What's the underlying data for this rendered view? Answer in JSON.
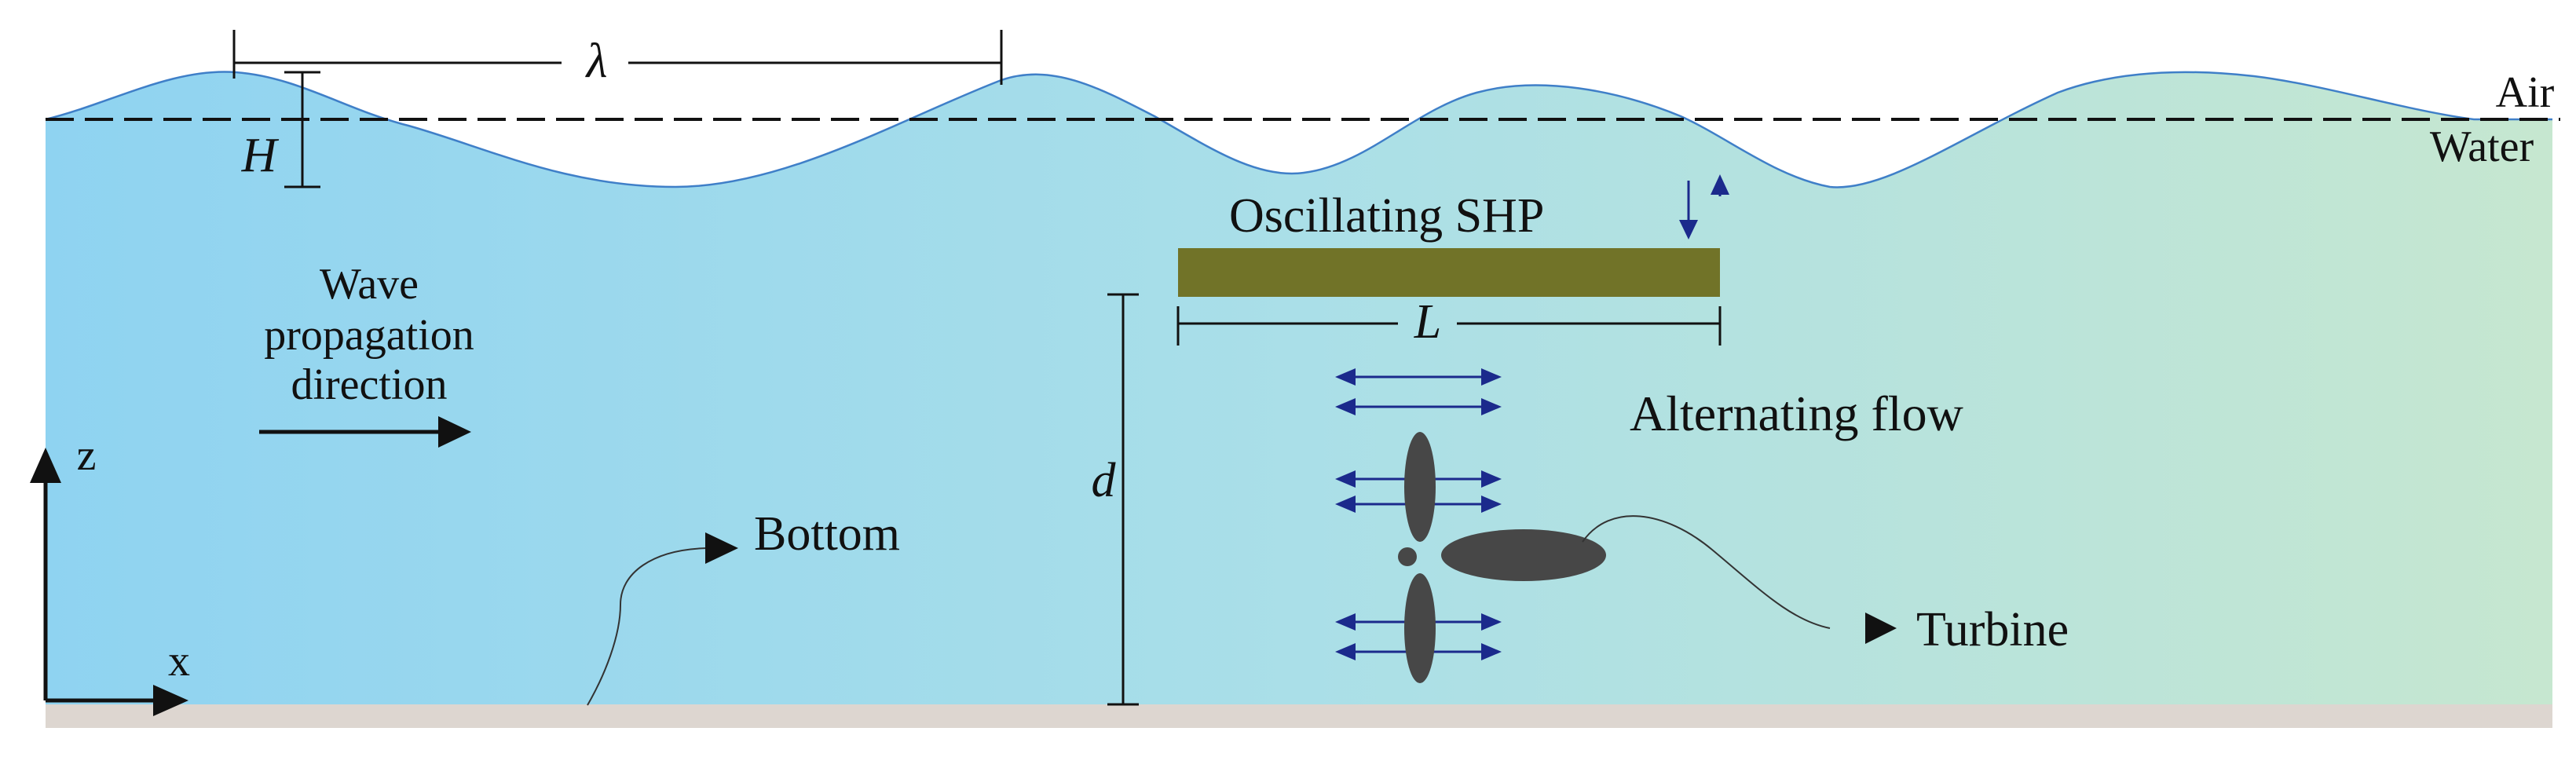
{
  "interface": {
    "air": "Air",
    "water": "Water"
  },
  "wave": {
    "wavelength_symbol": "λ",
    "height_symbol": "H"
  },
  "propagation": {
    "line1": "Wave",
    "line2": "propagation",
    "line3": "direction"
  },
  "axes": {
    "z": "z",
    "x": "x"
  },
  "plate": {
    "name": "Oscillating SHP",
    "length_symbol": "L",
    "color": "#717328"
  },
  "depth": {
    "symbol": "d"
  },
  "flow": {
    "label": "Alternating flow",
    "arrow_color": "#1b2a8c"
  },
  "turbine": {
    "label": "Turbine",
    "color": "#474747"
  },
  "bottom": {
    "label": "Bottom",
    "color": "#ddd6d0"
  },
  "water_colors": {
    "left": "#8fd3f1",
    "middle": "#aadfe8",
    "right": "#c6e7d0"
  }
}
